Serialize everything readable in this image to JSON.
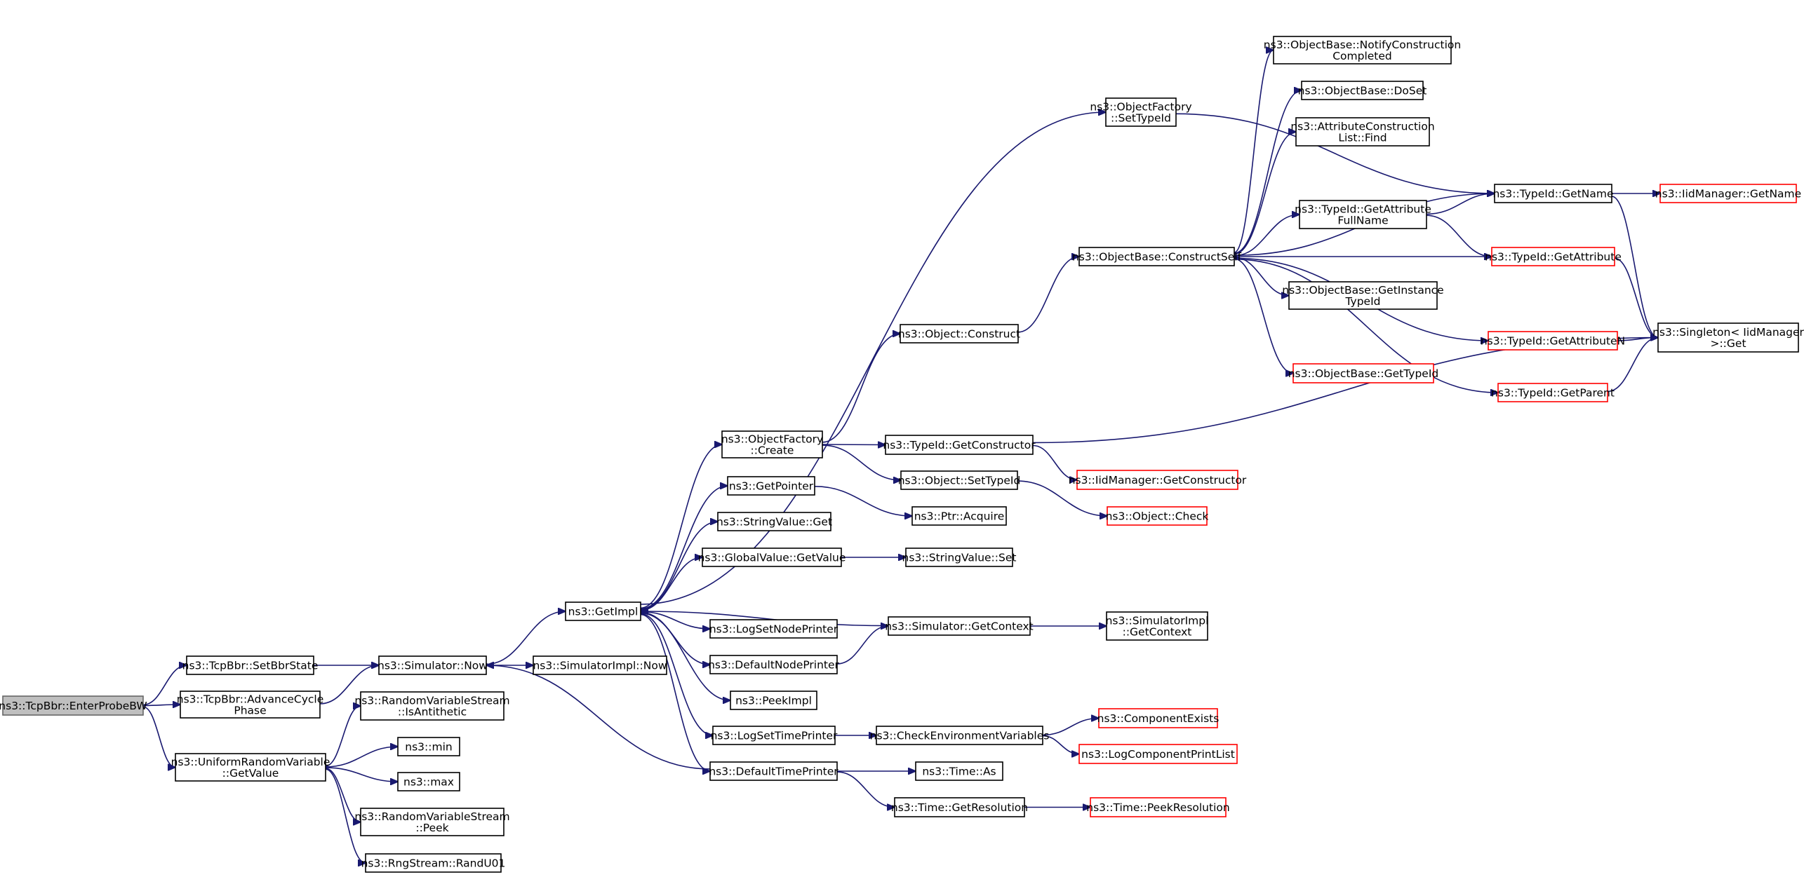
{
  "colors": {
    "edge": "#191970",
    "box_border": "#000000",
    "truncated_border": "#ff0000",
    "start_fill": "#bfbfbf"
  },
  "nodes": [
    {
      "id": "n1",
      "lines": [
        "ns3::TcpBbr::EnterProbeBW"
      ],
      "style": "start"
    },
    {
      "id": "n2",
      "lines": [
        "ns3::TcpBbr::SetBbrState"
      ]
    },
    {
      "id": "n3",
      "lines": [
        "ns3::TcpBbr::AdvanceCycle",
        "Phase"
      ]
    },
    {
      "id": "n4",
      "lines": [
        "ns3::UniformRandomVariable",
        "::GetValue"
      ]
    },
    {
      "id": "n5",
      "lines": [
        "ns3::Simulator::Now"
      ]
    },
    {
      "id": "n6",
      "lines": [
        "ns3::RandomVariableStream",
        "::IsAntithetic"
      ]
    },
    {
      "id": "n7",
      "lines": [
        "ns3::min"
      ]
    },
    {
      "id": "n8",
      "lines": [
        "ns3::max"
      ]
    },
    {
      "id": "n9",
      "lines": [
        "ns3::RandomVariableStream",
        "::Peek"
      ]
    },
    {
      "id": "n10",
      "lines": [
        "ns3::RngStream::RandU01"
      ]
    },
    {
      "id": "n11",
      "lines": [
        "ns3::GetImpl"
      ]
    },
    {
      "id": "n12",
      "lines": [
        "ns3::SimulatorImpl::Now"
      ]
    },
    {
      "id": "n13",
      "lines": [
        "ns3::ObjectFactory",
        "::SetTypeId"
      ]
    },
    {
      "id": "n14",
      "lines": [
        "ns3::ObjectFactory",
        "::Create"
      ]
    },
    {
      "id": "n15",
      "lines": [
        "ns3::GetPointer"
      ]
    },
    {
      "id": "n16",
      "lines": [
        "ns3::StringValue::Get"
      ]
    },
    {
      "id": "n17",
      "lines": [
        "ns3::GlobalValue::GetValue"
      ]
    },
    {
      "id": "n18",
      "lines": [
        "ns3::LogSetNodePrinter"
      ]
    },
    {
      "id": "n19",
      "lines": [
        "ns3::DefaultNodePrinter"
      ]
    },
    {
      "id": "n20",
      "lines": [
        "ns3::PeekImpl"
      ]
    },
    {
      "id": "n21",
      "lines": [
        "ns3::LogSetTimePrinter"
      ]
    },
    {
      "id": "n22",
      "lines": [
        "ns3::DefaultTimePrinter"
      ]
    },
    {
      "id": "n23",
      "lines": [
        "ns3::Object::Construct"
      ]
    },
    {
      "id": "n24",
      "lines": [
        "ns3::TypeId::GetConstructor"
      ]
    },
    {
      "id": "n25",
      "lines": [
        "ns3::Object::SetTypeId"
      ]
    },
    {
      "id": "n26",
      "lines": [
        "ns3::Ptr::Acquire"
      ]
    },
    {
      "id": "n27",
      "lines": [
        "ns3::StringValue::Set"
      ]
    },
    {
      "id": "n28",
      "lines": [
        "ns3::Simulator::GetContext"
      ]
    },
    {
      "id": "n29",
      "lines": [
        "ns3::CheckEnvironmentVariables"
      ]
    },
    {
      "id": "n30",
      "lines": [
        "ns3::Time::As"
      ]
    },
    {
      "id": "n31",
      "lines": [
        "ns3::Time::GetResolution"
      ]
    },
    {
      "id": "n32",
      "lines": [
        "ns3::ObjectBase::ConstructSelf"
      ]
    },
    {
      "id": "n33",
      "lines": [
        "ns3::IidManager::GetConstructor"
      ],
      "style": "red"
    },
    {
      "id": "n34",
      "lines": [
        "ns3::Object::Check"
      ],
      "style": "red"
    },
    {
      "id": "n35",
      "lines": [
        "ns3::SimulatorImpl",
        "::GetContext"
      ]
    },
    {
      "id": "n36",
      "lines": [
        "ns3::ComponentExists"
      ],
      "style": "red"
    },
    {
      "id": "n37",
      "lines": [
        "ns3::LogComponentPrintList"
      ],
      "style": "red"
    },
    {
      "id": "n38",
      "lines": [
        "ns3::Time::PeekResolution"
      ],
      "style": "red"
    },
    {
      "id": "n39",
      "lines": [
        "ns3::ObjectBase::NotifyConstruction",
        "Completed"
      ]
    },
    {
      "id": "n40",
      "lines": [
        "ns3::ObjectBase::DoSet"
      ]
    },
    {
      "id": "n41",
      "lines": [
        "ns3::AttributeConstruction",
        "List::Find"
      ]
    },
    {
      "id": "n42",
      "lines": [
        "ns3::TypeId::GetAttribute",
        "FullName"
      ]
    },
    {
      "id": "n43",
      "lines": [
        "ns3::ObjectBase::GetInstance",
        "TypeId"
      ]
    },
    {
      "id": "n44",
      "lines": [
        "ns3::ObjectBase::GetTypeId"
      ],
      "style": "red"
    },
    {
      "id": "n45",
      "lines": [
        "ns3::TypeId::GetName"
      ]
    },
    {
      "id": "n46",
      "lines": [
        "ns3::TypeId::GetAttribute"
      ],
      "style": "red"
    },
    {
      "id": "n47",
      "lines": [
        "ns3::TypeId::GetAttributeN"
      ],
      "style": "red"
    },
    {
      "id": "n48",
      "lines": [
        "ns3::TypeId::GetParent"
      ],
      "style": "red"
    },
    {
      "id": "n49",
      "lines": [
        "ns3::IidManager::GetName"
      ],
      "style": "red"
    },
    {
      "id": "n50",
      "lines": [
        "ns3::Singleton< IidManager",
        " >::Get"
      ]
    }
  ],
  "edges": [
    [
      "n1",
      "n2"
    ],
    [
      "n1",
      "n3"
    ],
    [
      "n1",
      "n4"
    ],
    [
      "n2",
      "n5"
    ],
    [
      "n3",
      "n5"
    ],
    [
      "n4",
      "n6"
    ],
    [
      "n4",
      "n7"
    ],
    [
      "n4",
      "n8"
    ],
    [
      "n4",
      "n9"
    ],
    [
      "n4",
      "n10"
    ],
    [
      "n5",
      "n11"
    ],
    [
      "n5",
      "n12"
    ],
    [
      "n11",
      "n13"
    ],
    [
      "n11",
      "n14"
    ],
    [
      "n11",
      "n15"
    ],
    [
      "n11",
      "n16"
    ],
    [
      "n11",
      "n17"
    ],
    [
      "n11",
      "n18"
    ],
    [
      "n11",
      "n19"
    ],
    [
      "n11",
      "n20"
    ],
    [
      "n11",
      "n21"
    ],
    [
      "n11",
      "n22"
    ],
    [
      "n14",
      "n23"
    ],
    [
      "n14",
      "n24"
    ],
    [
      "n14",
      "n25"
    ],
    [
      "n15",
      "n26"
    ],
    [
      "n17",
      "n27"
    ],
    [
      "n19",
      "n28"
    ],
    [
      "n28",
      "n11"
    ],
    [
      "n28",
      "n35"
    ],
    [
      "n21",
      "n29"
    ],
    [
      "n22",
      "n30"
    ],
    [
      "n22",
      "n31"
    ],
    [
      "n22",
      "n5"
    ],
    [
      "n23",
      "n32"
    ],
    [
      "n24",
      "n33"
    ],
    [
      "n24",
      "n50"
    ],
    [
      "n25",
      "n34"
    ],
    [
      "n29",
      "n36"
    ],
    [
      "n29",
      "n37"
    ],
    [
      "n31",
      "n38"
    ],
    [
      "n13",
      "n45"
    ],
    [
      "n32",
      "n39"
    ],
    [
      "n32",
      "n40"
    ],
    [
      "n32",
      "n41"
    ],
    [
      "n32",
      "n42"
    ],
    [
      "n32",
      "n43"
    ],
    [
      "n32",
      "n44"
    ],
    [
      "n32",
      "n45"
    ],
    [
      "n32",
      "n46"
    ],
    [
      "n32",
      "n47"
    ],
    [
      "n32",
      "n48"
    ],
    [
      "n42",
      "n45"
    ],
    [
      "n42",
      "n46"
    ],
    [
      "n45",
      "n49"
    ],
    [
      "n45",
      "n50"
    ],
    [
      "n46",
      "n50"
    ],
    [
      "n47",
      "n50"
    ],
    [
      "n48",
      "n50"
    ]
  ]
}
